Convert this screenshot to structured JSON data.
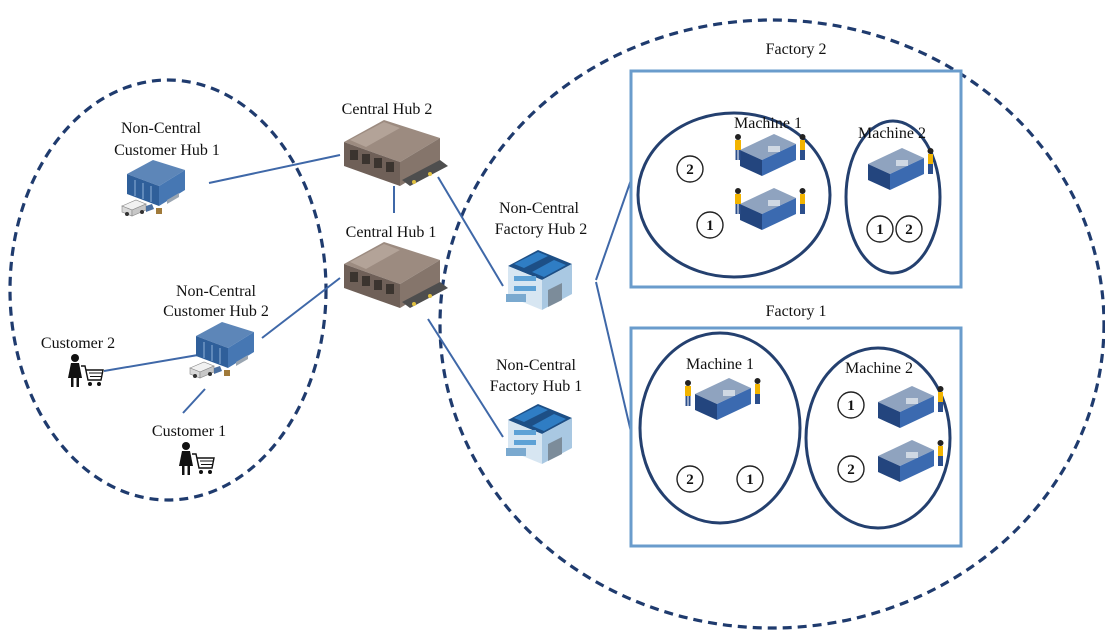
{
  "nodes": {
    "nc_customer_hub_1": {
      "line1": "Non-Central",
      "line2": "Customer Hub 1",
      "icon": "warehouse-icon"
    },
    "nc_customer_hub_2": {
      "line1": "Non-Central",
      "line2": "Customer Hub 2",
      "icon": "warehouse-icon"
    },
    "customer_2": {
      "label": "Customer 2",
      "icon": "shopper-cart-icon"
    },
    "customer_1": {
      "label": "Customer 1",
      "icon": "shopper-cart-icon"
    },
    "central_hub_2": {
      "label": "Central Hub 2",
      "icon": "distribution-center-icon"
    },
    "central_hub_1": {
      "label": "Central Hub 1",
      "icon": "distribution-center-icon"
    },
    "nc_factory_hub_2": {
      "line1": "Non-Central",
      "line2": "Factory Hub 2",
      "icon": "factory-building-icon"
    },
    "nc_factory_hub_1": {
      "line1": "Non-Central",
      "line2": "Factory Hub 1",
      "icon": "factory-building-icon"
    }
  },
  "factories": {
    "factory_2": {
      "title": "Factory 2",
      "machine_1": {
        "label": "Machine  1",
        "jobs": [
          "2",
          "1"
        ]
      },
      "machine_2": {
        "label": "Machine  2",
        "jobs": [
          "1",
          "2"
        ]
      }
    },
    "factory_1": {
      "title": "Factory  1",
      "machine_1": {
        "label": "Machine  1",
        "jobs": [
          "2",
          "1"
        ]
      },
      "machine_2": {
        "label": "Machine  2",
        "jobs": [
          "1",
          "2"
        ]
      }
    }
  },
  "colors": {
    "region_border": "#1f3b6e",
    "connector": "#3f68a8",
    "factory_box": "#6a9ccc",
    "machine_circle": "#24406f"
  }
}
